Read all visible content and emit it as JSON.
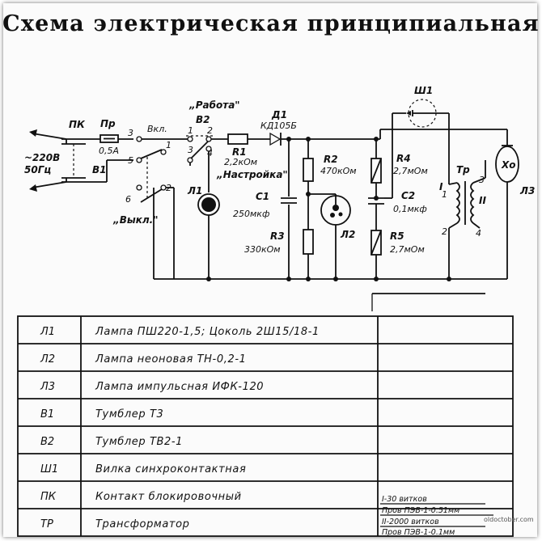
{
  "title": "Схема электрическая принципиальная",
  "labels": {
    "pk": "ПК",
    "pr": "Пр",
    "pr_value": "0,5А",
    "v1": "В1",
    "mains_line1": "~220В",
    "mains_line2": "50Гц",
    "n1": "1",
    "n2": "2",
    "n3": "3",
    "n4": "4",
    "n5": "5",
    "n6": "6",
    "vkl": "Вкл.",
    "vykl": "„Выкл.\"",
    "rabota": "„Работа\"",
    "v2": "В2",
    "r1": "R1",
    "r1_value": "2,2кОм",
    "nastroyka": "„Настройка\"",
    "d1": "Д1",
    "d1_type": "КД105Б",
    "l1": "Л1",
    "c1": "С1",
    "c1_value": "250мкф",
    "r3": "R3",
    "r3_value": "330кОм",
    "r2": "R2",
    "r2_value": "470кОм",
    "l2": "Л2",
    "r4": "R4",
    "r4_value": "2,7мОм",
    "c2": "С2",
    "c2_value": "0,1мкф",
    "r5": "R5",
    "r5_value": "2,7мОм",
    "sh1": "Ш1",
    "tr": "Тр",
    "w1": "I",
    "w2": "II",
    "xo": "Хо",
    "l3": "Л3"
  },
  "table": {
    "rows": [
      {
        "designator": "Л1",
        "name": "Лампа ПШ220-1,5; Цоколь 2Ш15/18-1",
        "note": ""
      },
      {
        "designator": "Л2",
        "name": "Лампа неоновая ТН-0,2-1",
        "note": ""
      },
      {
        "designator": "Л3",
        "name": "Лампа импульсная ИФК-120",
        "note": ""
      },
      {
        "designator": "В1",
        "name": "Тумблер Т3",
        "note": ""
      },
      {
        "designator": "В2",
        "name": "Тумблер ТВ2-1",
        "note": ""
      },
      {
        "designator": "Ш1",
        "name": "Вилка синхроконтактная",
        "note": ""
      },
      {
        "designator": "ПК",
        "name": "Контакт блокировочный",
        "note": ""
      },
      {
        "designator": "ТР",
        "name": "Трансформатор",
        "note": ""
      }
    ],
    "transformer_notes": [
      "I-30 витков",
      "Пров ПЭВ-1-0.51мм",
      "II-2000 витков",
      "Пров ПЭВ-1-0.1мм"
    ]
  },
  "watermark": "oldoctober.com"
}
